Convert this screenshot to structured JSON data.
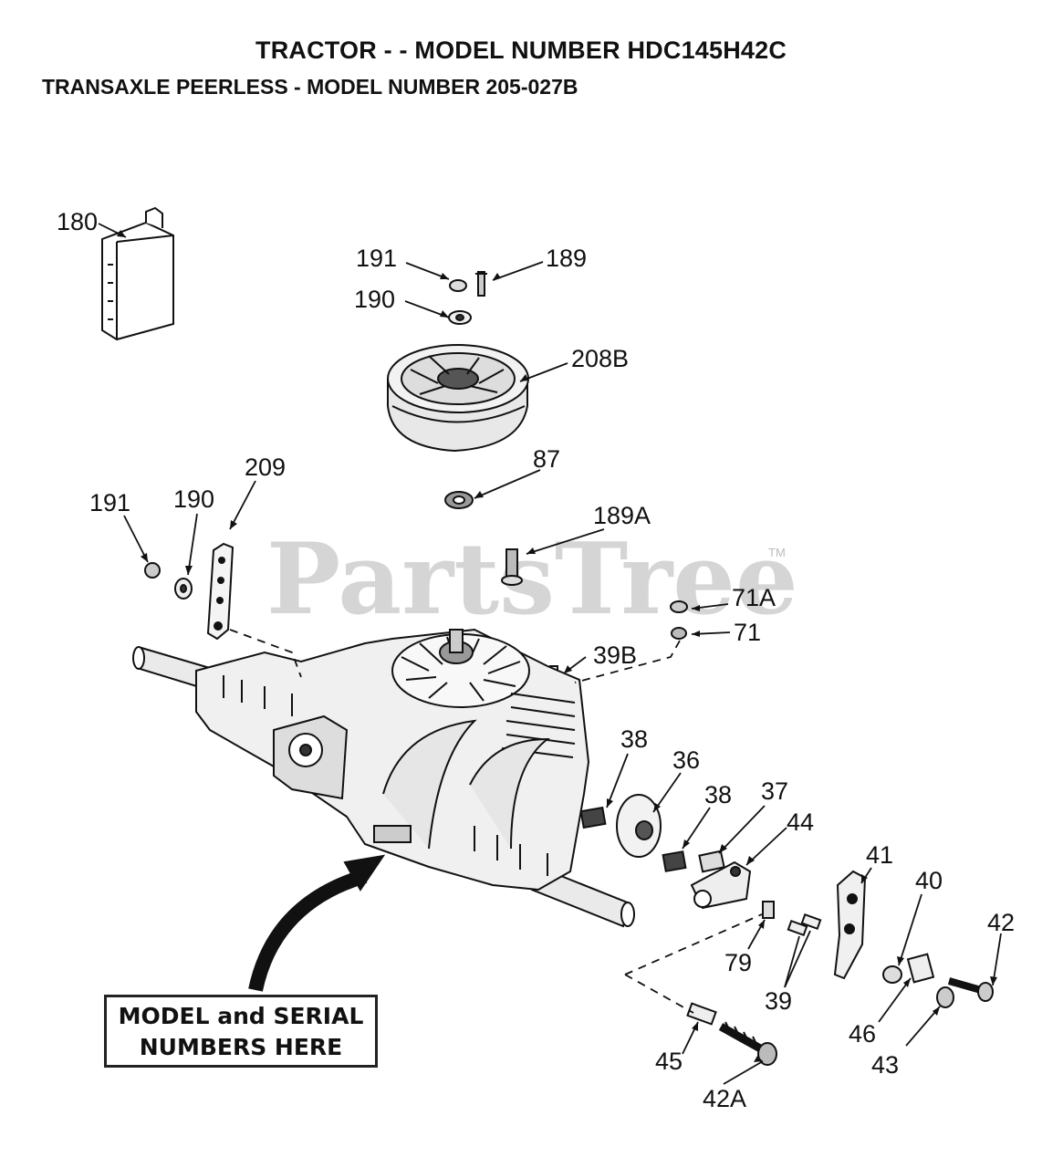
{
  "header": {
    "title": "TRACTOR - - MODEL NUMBER HDC145H42C",
    "subtitle": "TRANSAXLE PEERLESS - MODEL NUMBER 205-027B"
  },
  "watermark": {
    "text": "PartsTree",
    "mark": "TM"
  },
  "callout": {
    "line1": "MODEL and SERIAL",
    "line2": "NUMBERS HERE"
  },
  "parts": {
    "p180": "180",
    "p191a": "191",
    "p189": "189",
    "p190a": "190",
    "p208b": "208B",
    "p87": "87",
    "p209": "209",
    "p190b": "190",
    "p191b": "191",
    "p189a": "189A",
    "p71a": "71A",
    "p71": "71",
    "p39b": "39B",
    "p38a": "38",
    "p36": "36",
    "p38b": "38",
    "p37": "37",
    "p44": "44",
    "p41": "41",
    "p40": "40",
    "p42": "42",
    "p79": "79",
    "p39": "39",
    "p46": "46",
    "p43": "43",
    "p45": "45",
    "p42a": "42A"
  }
}
